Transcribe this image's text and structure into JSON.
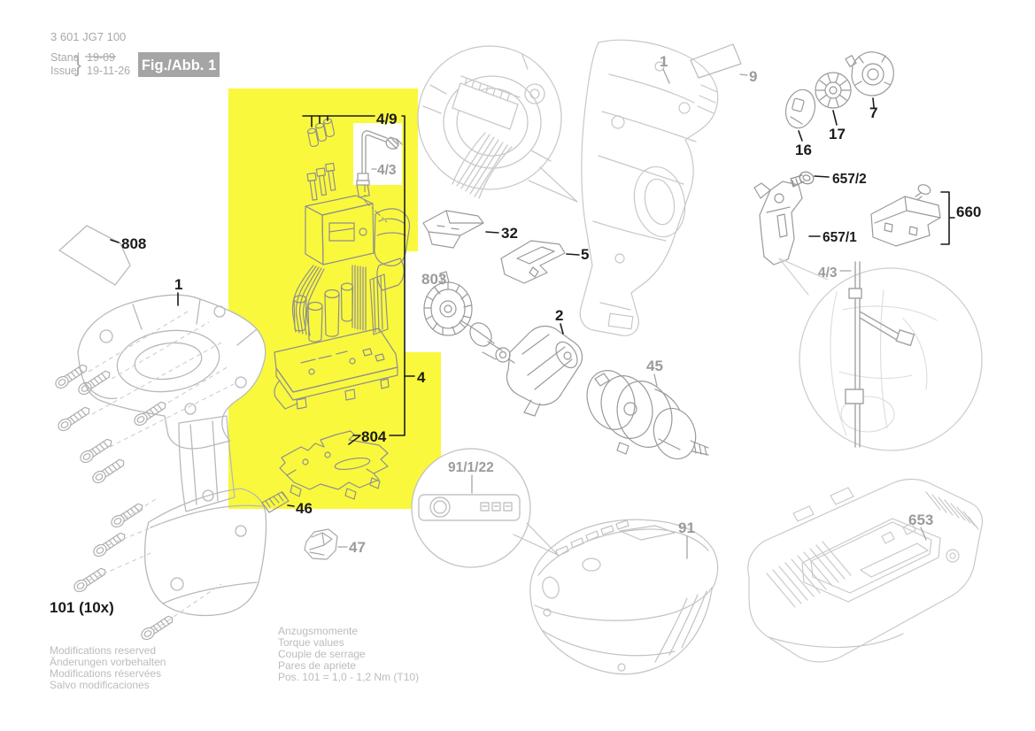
{
  "header": {
    "part_number": "3 601 JG7 100",
    "stand_label": "Stand",
    "issue_label": "Issue",
    "brace": "}",
    "stand_value": "19-09",
    "issue_value": "19-11-26",
    "figure_label": "Fig./Abb. 1"
  },
  "notes": {
    "reservation": [
      "Modifications reserved",
      "Änderungen vorbehalten",
      "Modifications réservées",
      "Salvo modificaciones"
    ],
    "torque": [
      "Anzugsmomente",
      "Torque values",
      "Couple de serrage",
      "Pares de apriete",
      "Pos. 101 = 1,0 - 1,2 Nm (T10)"
    ]
  },
  "parts": [
    {
      "id": "808",
      "label": "808",
      "color": "#1b1b1b"
    },
    {
      "id": "1-left",
      "label": "1",
      "color": "#1b1b1b"
    },
    {
      "id": "101",
      "label": "101 (10x)",
      "color": "#1b1b1b"
    },
    {
      "id": "4-9",
      "label": "4/9",
      "color": "#1b1b1b"
    },
    {
      "id": "4-3-inset",
      "label": "4/3",
      "color": "#9b9b9b"
    },
    {
      "id": "4",
      "label": "4",
      "color": "#1b1b1b"
    },
    {
      "id": "804",
      "label": "804",
      "color": "#1b1b1b"
    },
    {
      "id": "46",
      "label": "46",
      "color": "#1b1b1b"
    },
    {
      "id": "47",
      "label": "47",
      "color": "#9b9b9b"
    },
    {
      "id": "32",
      "label": "32",
      "color": "#1b1b1b"
    },
    {
      "id": "5",
      "label": "5",
      "color": "#1b1b1b"
    },
    {
      "id": "803",
      "label": "803",
      "color": "#9b9b9b"
    },
    {
      "id": "2",
      "label": "2",
      "color": "#1b1b1b"
    },
    {
      "id": "45",
      "label": "45",
      "color": "#9b9b9b"
    },
    {
      "id": "1-right",
      "label": "1",
      "color": "#9b9b9b"
    },
    {
      "id": "9",
      "label": "9",
      "color": "#9b9b9b"
    },
    {
      "id": "16",
      "label": "16",
      "color": "#1b1b1b"
    },
    {
      "id": "17",
      "label": "17",
      "color": "#1b1b1b"
    },
    {
      "id": "7",
      "label": "7",
      "color": "#1b1b1b"
    },
    {
      "id": "657-2",
      "label": "657/2",
      "color": "#1b1b1b"
    },
    {
      "id": "660",
      "label": "660",
      "color": "#1b1b1b"
    },
    {
      "id": "657-1",
      "label": "657/1",
      "color": "#1b1b1b"
    },
    {
      "id": "4-3-right",
      "label": "4/3",
      "color": "#9b9b9b"
    },
    {
      "id": "91-1-22",
      "label": "91/1/22",
      "color": "#9b9b9b"
    },
    {
      "id": "91",
      "label": "91",
      "color": "#9b9b9b"
    },
    {
      "id": "653",
      "label": "653",
      "color": "#9b9b9b"
    }
  ],
  "colors": {
    "highlight": "#f9f83d",
    "label_dark": "#1b1b1b",
    "label_gray": "#9b9b9b",
    "line_light": "#c9c9c9",
    "line_mid": "#9a9a9a",
    "figure_box": "#a5a5a5"
  }
}
